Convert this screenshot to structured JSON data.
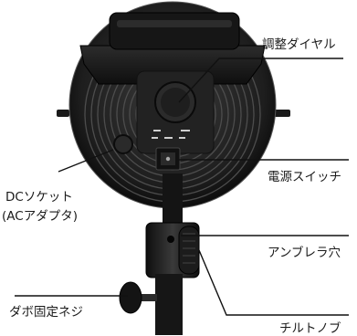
{
  "labels": {
    "dial": "調整ダイヤル",
    "power_switch": "電源スイッチ",
    "dc_socket_line1": "DCソケット",
    "dc_socket_line2": "(ACアダプタ)",
    "umbrella_hole": "アンブレラ穴",
    "tilt_knob": "チルトノブ",
    "dowel_screw": "ダボ固定ネジ"
  }
}
